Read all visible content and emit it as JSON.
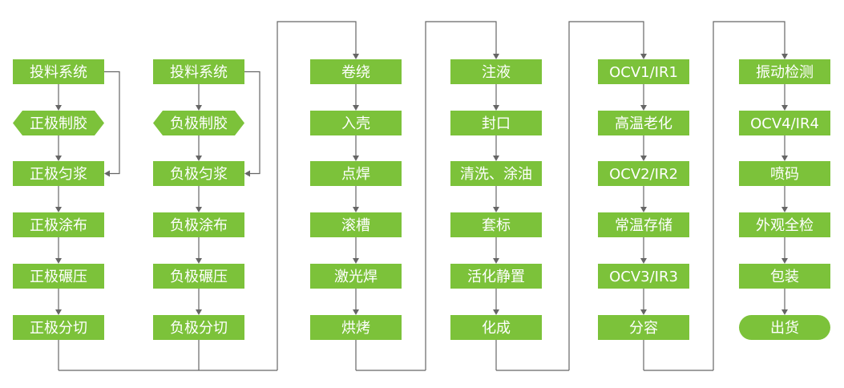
{
  "columns": [
    {
      "id": "cathode",
      "nodes": [
        {
          "label": "投料系统",
          "shape": "rect"
        },
        {
          "label": "正极制胶",
          "shape": "hex"
        },
        {
          "label": "正极匀浆",
          "shape": "rect"
        },
        {
          "label": "正极涂布",
          "shape": "rect"
        },
        {
          "label": "正极碾压",
          "shape": "rect"
        },
        {
          "label": "正极分切",
          "shape": "rect"
        }
      ]
    },
    {
      "id": "anode",
      "nodes": [
        {
          "label": "投料系统",
          "shape": "rect"
        },
        {
          "label": "负极制胶",
          "shape": "hex"
        },
        {
          "label": "负极匀浆",
          "shape": "rect"
        },
        {
          "label": "负极涂布",
          "shape": "rect"
        },
        {
          "label": "负极碾压",
          "shape": "rect"
        },
        {
          "label": "负极分切",
          "shape": "rect"
        }
      ]
    },
    {
      "id": "assembly",
      "nodes": [
        {
          "label": "卷绕",
          "shape": "rect"
        },
        {
          "label": "入壳",
          "shape": "rect"
        },
        {
          "label": "点焊",
          "shape": "rect"
        },
        {
          "label": "滚槽",
          "shape": "rect"
        },
        {
          "label": "激光焊",
          "shape": "rect"
        },
        {
          "label": "烘烤",
          "shape": "rect"
        }
      ]
    },
    {
      "id": "filling",
      "nodes": [
        {
          "label": "注液",
          "shape": "rect"
        },
        {
          "label": "封口",
          "shape": "rect"
        },
        {
          "label": "清洗、涂油",
          "shape": "rect"
        },
        {
          "label": "套标",
          "shape": "rect"
        },
        {
          "label": "活化静置",
          "shape": "rect"
        },
        {
          "label": "化成",
          "shape": "rect"
        }
      ]
    },
    {
      "id": "aging",
      "nodes": [
        {
          "label": "OCV1/IR1",
          "shape": "rect"
        },
        {
          "label": "高温老化",
          "shape": "rect"
        },
        {
          "label": "OCV2/IR2",
          "shape": "rect"
        },
        {
          "label": "常温存储",
          "shape": "rect"
        },
        {
          "label": "OCV3/IR3",
          "shape": "rect"
        },
        {
          "label": "分容",
          "shape": "rect"
        }
      ]
    },
    {
      "id": "final",
      "nodes": [
        {
          "label": "振动检测",
          "shape": "rect"
        },
        {
          "label": "OCV4/IR4",
          "shape": "rect"
        },
        {
          "label": "喷码",
          "shape": "rect"
        },
        {
          "label": "外观全检",
          "shape": "rect"
        },
        {
          "label": "包装",
          "shape": "rect"
        },
        {
          "label": "出货",
          "shape": "pill"
        }
      ]
    }
  ],
  "colors": {
    "box_fill": "#7cc23a",
    "text": "#ffffff",
    "connector": "#666666"
  }
}
